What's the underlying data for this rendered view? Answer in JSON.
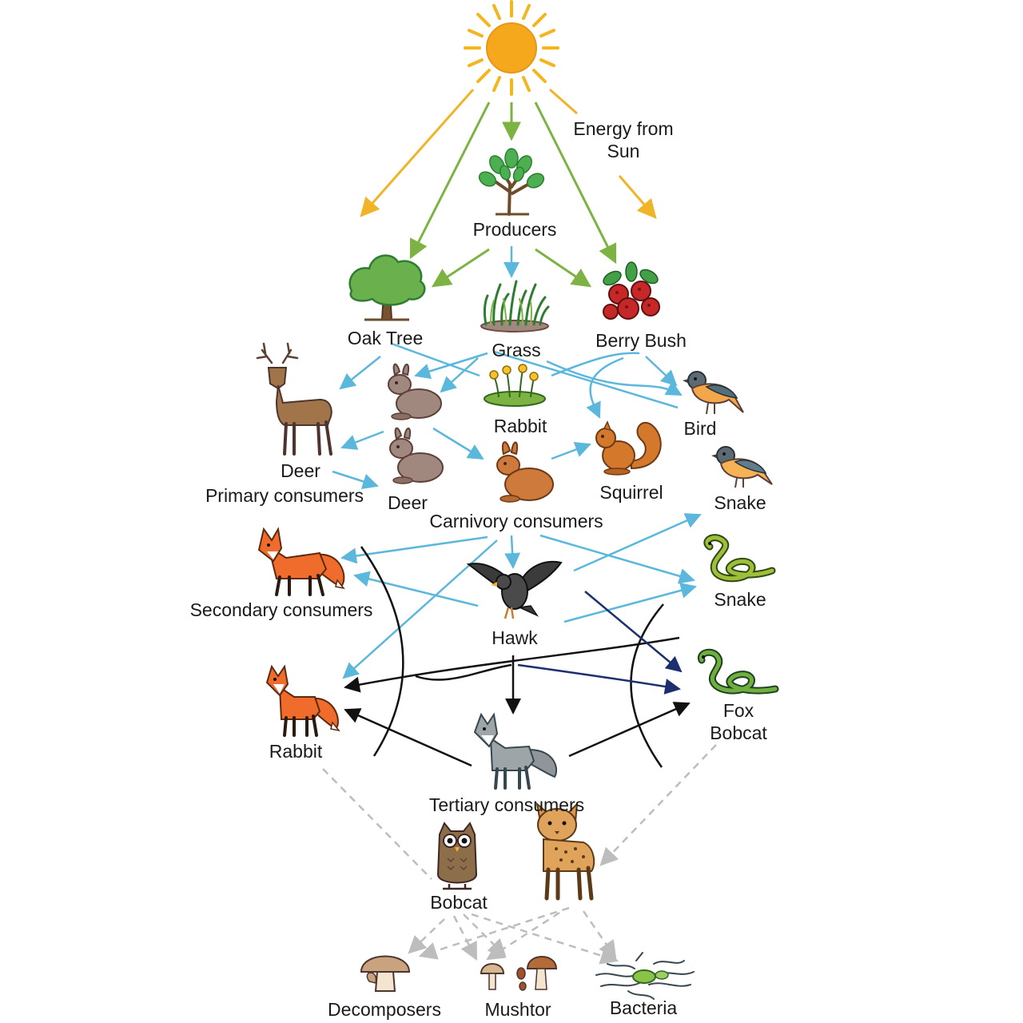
{
  "diagram": {
    "colors": {
      "sun": "#f5a81c",
      "sun_ray": "#f5b51e",
      "solar_arrow": "#f0b429",
      "producer_arrow": "#7cb342",
      "consumer_arrow": "#5bb7dc",
      "predator_arrow": "#111111",
      "navy_arrow": "#1d2f6f",
      "decomposer_arrow": "#bdbdbd"
    },
    "labels": {
      "energy": "Energy from\nSun",
      "producers": "Producers",
      "oak_tree": "Oak Tree",
      "grass": "Grass",
      "berry_bush": "Berry Bush",
      "rabbit_1": "Rabbit",
      "bird_1": "Bird",
      "deer_1": "Deer",
      "primary_consumers": "Primary consumers",
      "deer_2": "Deer",
      "squirrel": "Squirrel",
      "snake_1": "Snake",
      "carnivory_consumers": "Carnivory consumers",
      "secondary_consumers": "Secondary consumers",
      "snake_2": "Snake",
      "hawk": "Hawk",
      "fox_bobcat": "Fox\nBobcat",
      "rabbit_2": "Rabbit",
      "tertiary_consumers": "Tertiary consumers",
      "bobcat": "Bobcat",
      "decomposers": "Decomposers",
      "mushtor": "Mushtor",
      "bacteria": "Bacteria"
    },
    "icons": [
      "sun-icon",
      "tree-icon",
      "oak-tree-icon",
      "grass-icon",
      "berry-bush-icon",
      "deer-icon",
      "rabbit-icon",
      "rabbit-icon",
      "flower-icon",
      "rabbit-icon",
      "squirrel-icon",
      "bird-icon",
      "bird-icon",
      "fox-icon",
      "hawk-icon",
      "snake-icon",
      "snake-icon",
      "fox-icon",
      "wolf-icon",
      "owl-icon",
      "bobcat-icon",
      "mushroom-icon",
      "mushroom-icon",
      "bacteria-icon"
    ]
  }
}
